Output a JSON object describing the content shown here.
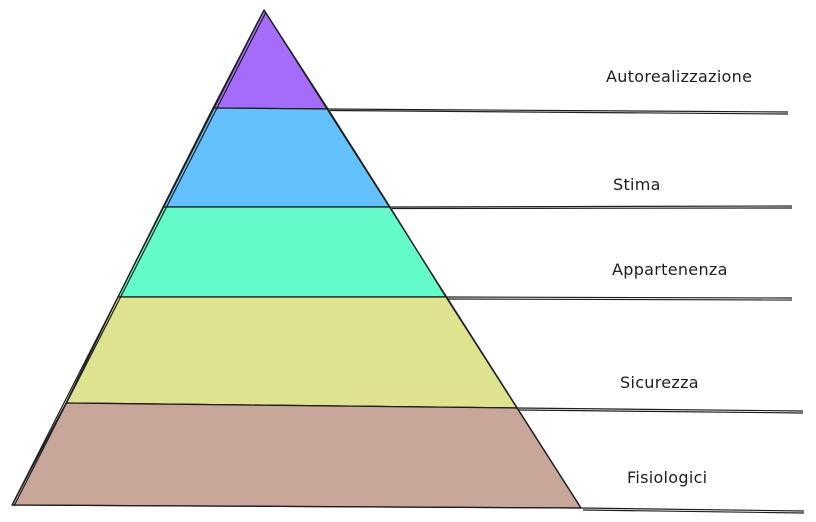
{
  "pyramid": {
    "levels": [
      {
        "label": "Autorealizzazione",
        "color": "#a46cf8"
      },
      {
        "label": "Stima",
        "color": "#63c2fb"
      },
      {
        "label": "Appartenenza",
        "color": "#63fbc9"
      },
      {
        "label": "Sicurezza",
        "color": "#dfe390"
      },
      {
        "label": "Fisiologici",
        "color": "#c9a69a"
      }
    ]
  }
}
